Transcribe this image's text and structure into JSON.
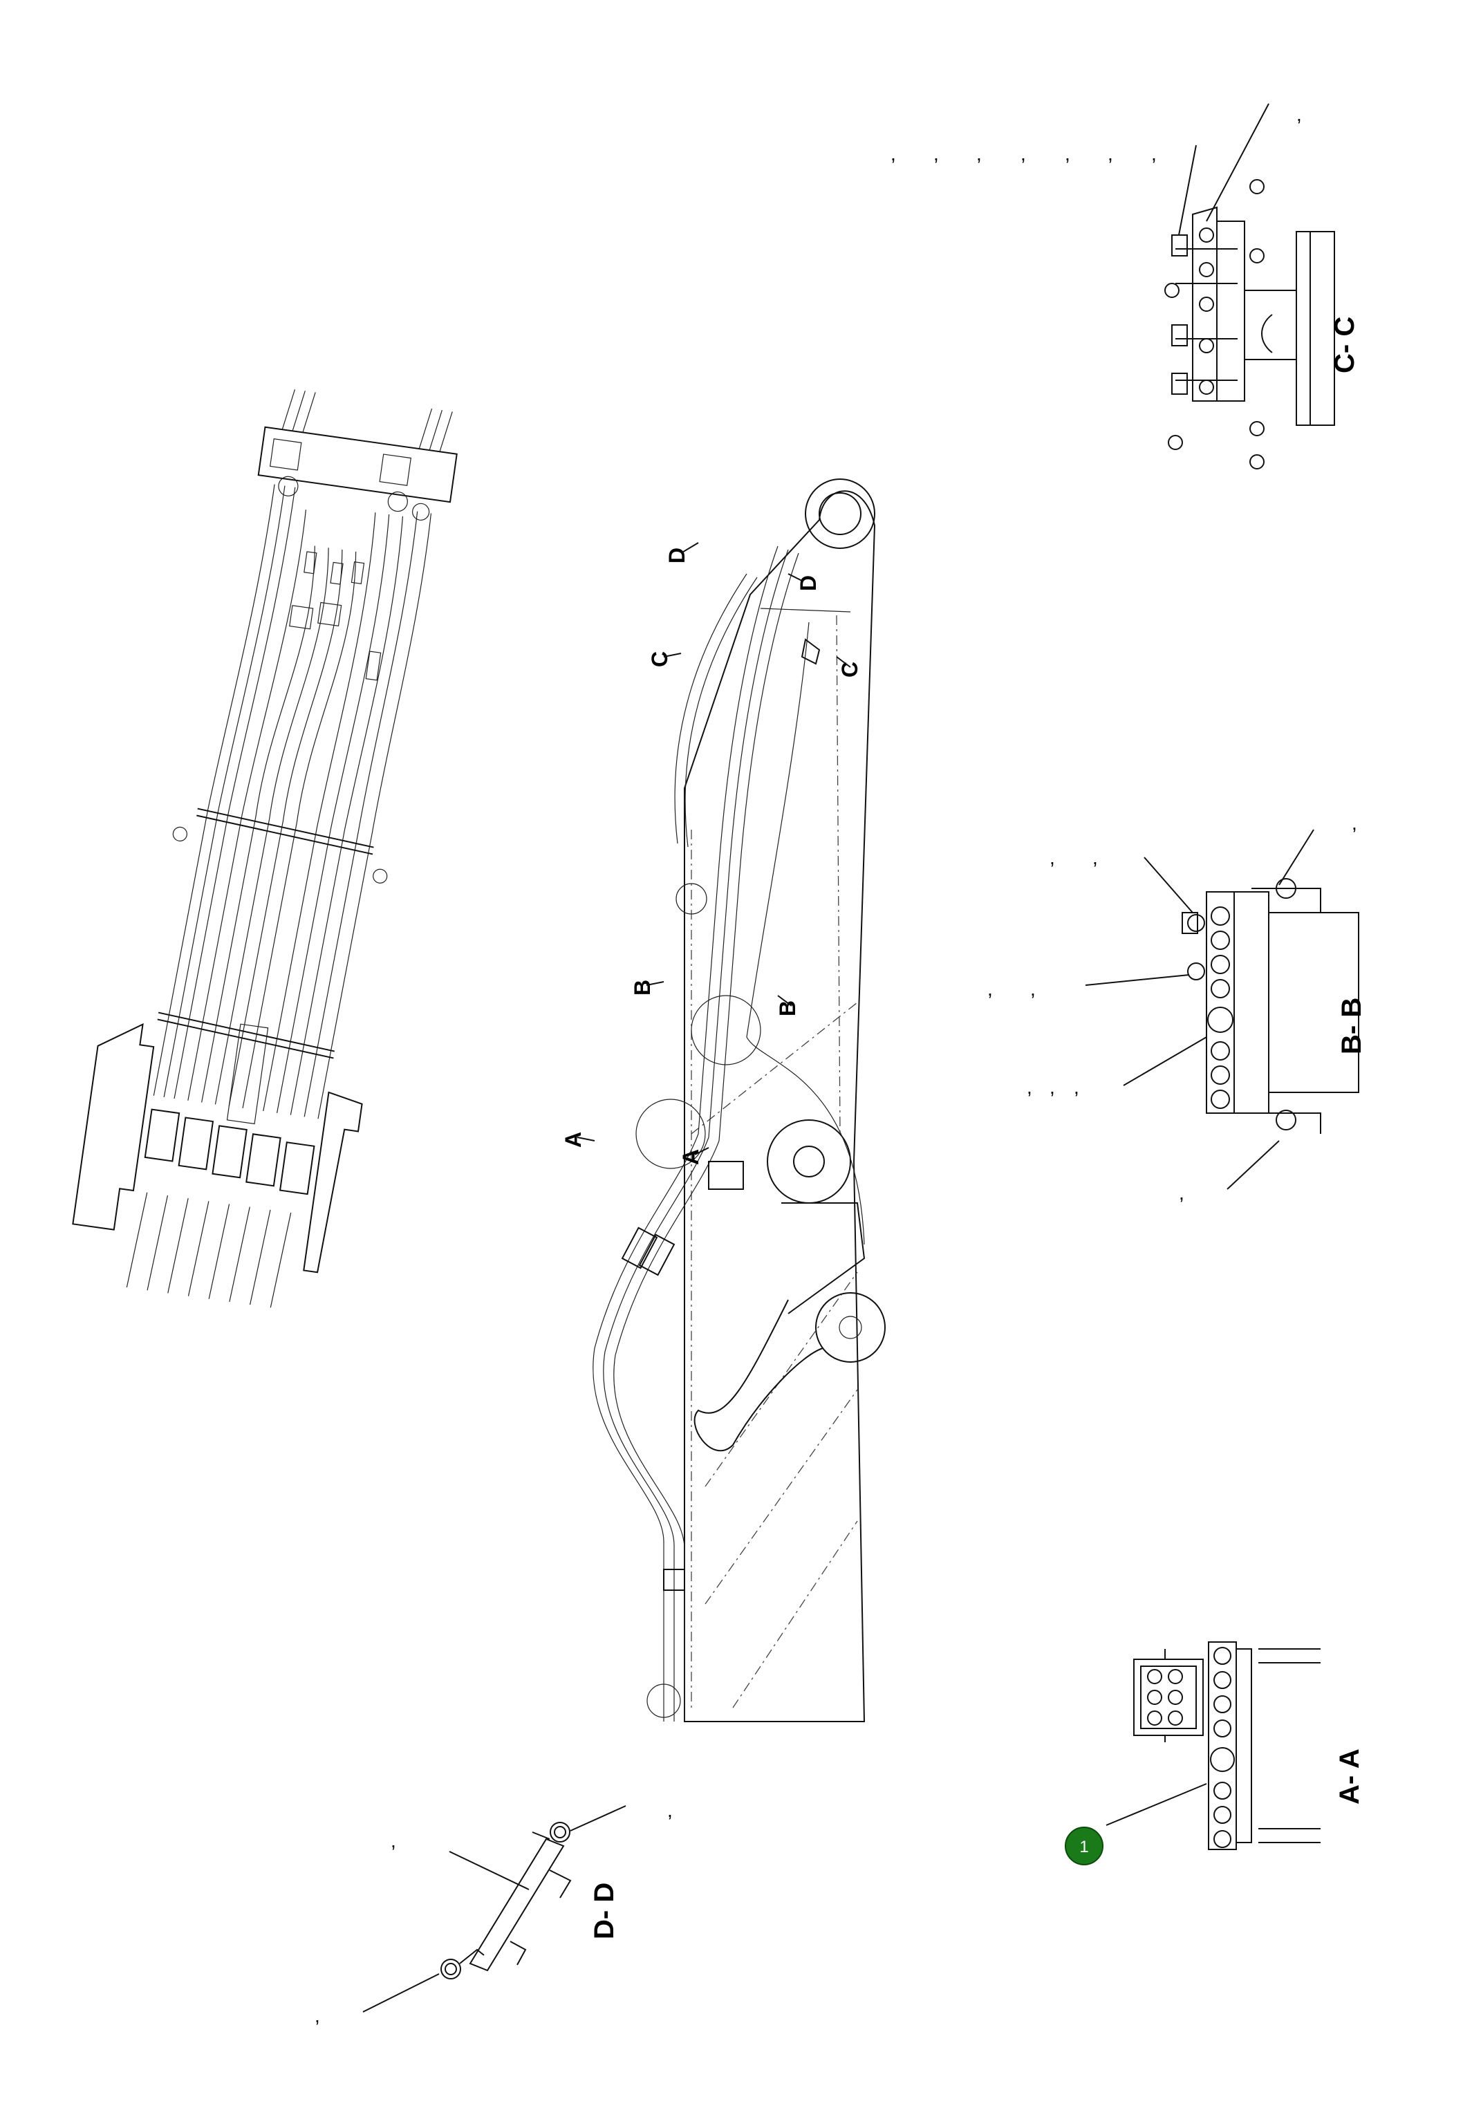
{
  "sections": {
    "c_c": "C- C",
    "b_b": "B- B",
    "a_a": "A- A",
    "d_d": "D- D"
  },
  "markers": {
    "a": "A",
    "b": "B",
    "c": "C",
    "d": "D"
  },
  "separator": ",",
  "callout": {
    "number": "1",
    "color": "#1a7a1a"
  }
}
